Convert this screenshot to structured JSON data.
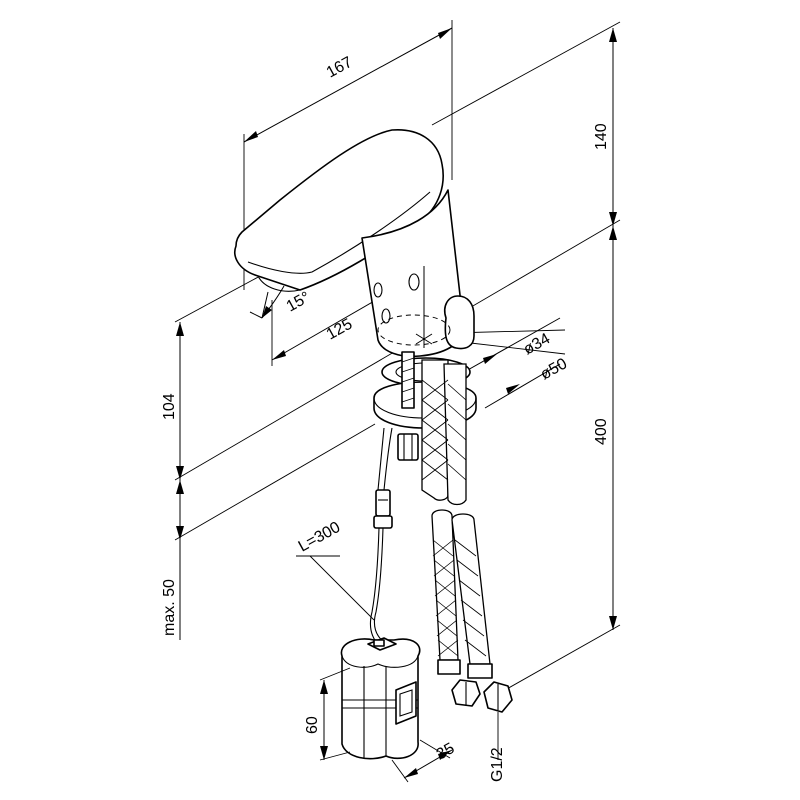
{
  "dimensions": {
    "spout_length": "167",
    "height_top": "140",
    "height_400": "400",
    "spout_angle": "15°",
    "reach": "125",
    "diameter_34": "ø34",
    "diameter_50": "ø50",
    "body_height": "104",
    "max_thickness": "max. 50",
    "cable_length": "L=300",
    "battery_height": "60",
    "battery_width": "35",
    "thread": "G1/2"
  }
}
